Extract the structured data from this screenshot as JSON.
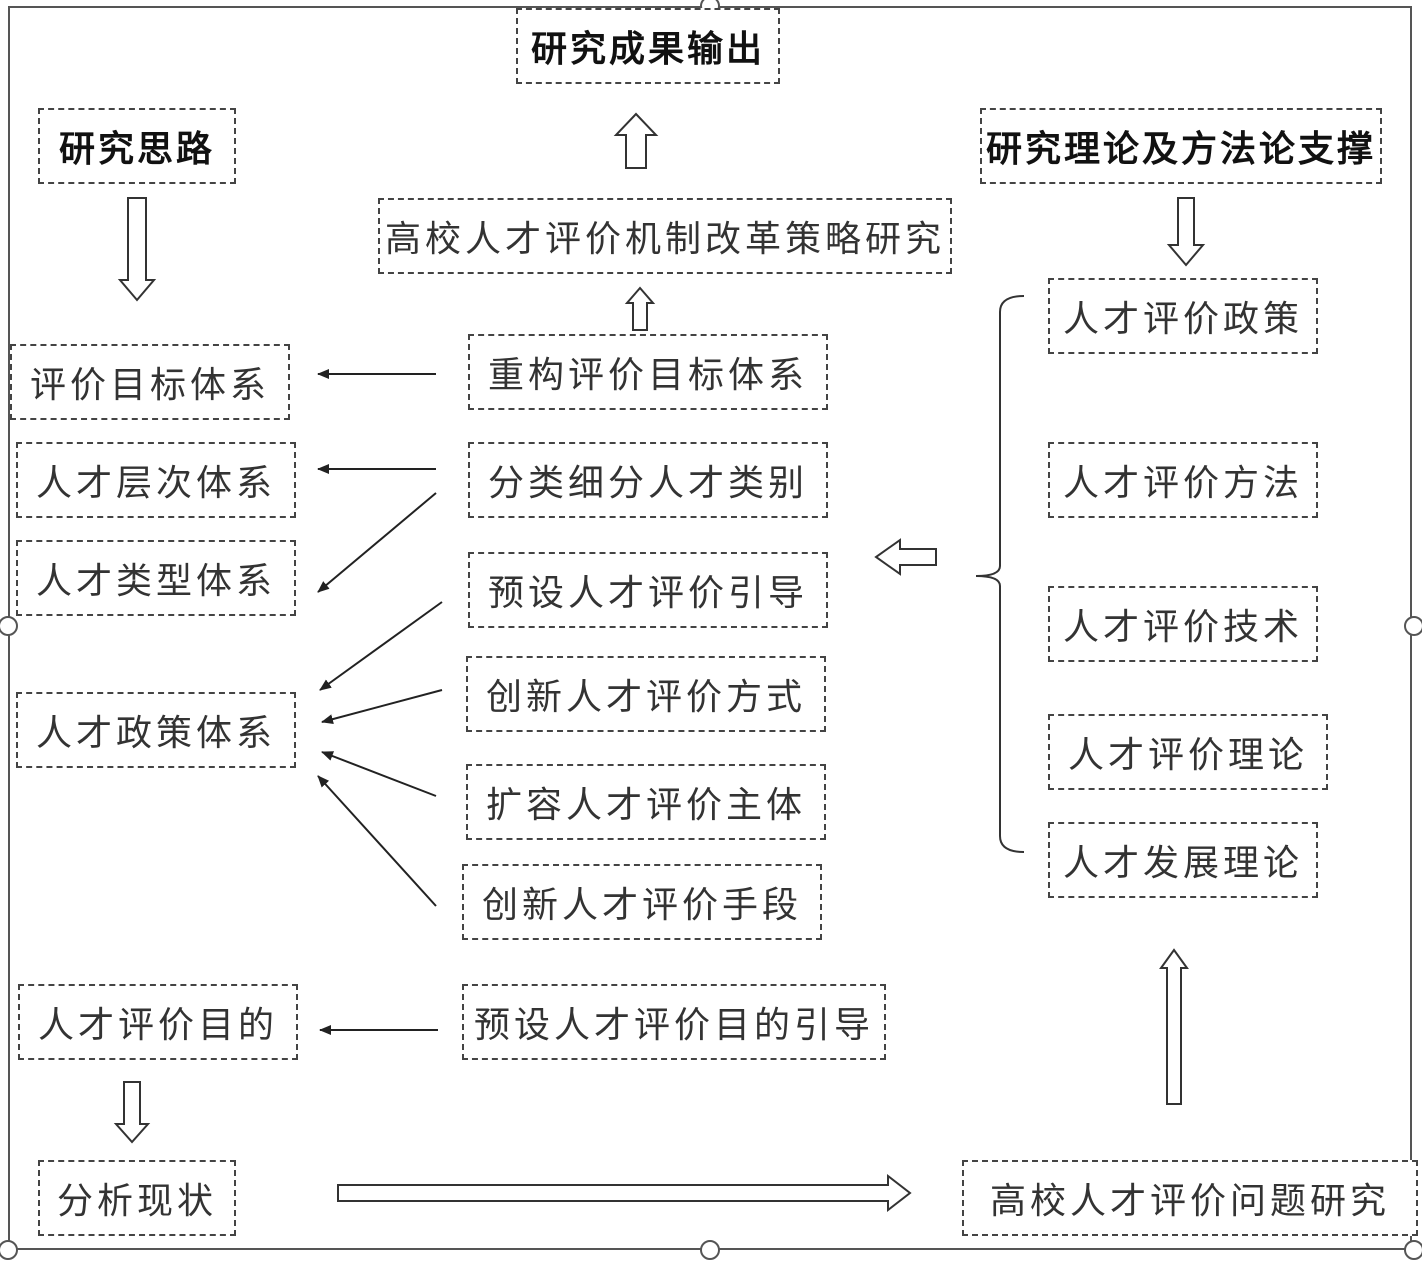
{
  "title": "研究成果输出",
  "left": {
    "header": "研究思路",
    "systems": [
      "评价目标体系",
      "人才层次体系",
      "人才类型体系",
      "人才政策体系"
    ],
    "purpose": "人才评价目的",
    "status": "分析现状"
  },
  "center": {
    "strategy": "高校人才评价机制改革策略研究",
    "measures": [
      "重构评价目标体系",
      "分类细分人才类别",
      "预设人才评价引导",
      "创新人才评价方式",
      "扩容人才评价主体",
      "创新人才评价手段"
    ],
    "purpose_guide": "预设人才评价目的引导"
  },
  "right": {
    "header": "研究理论及方法论支撑",
    "supports": [
      "人才评价政策",
      "人才评价方法",
      "人才评价技术",
      "人才评价理论",
      "人才发展理论"
    ],
    "problem": "高校人才评价问题研究"
  }
}
